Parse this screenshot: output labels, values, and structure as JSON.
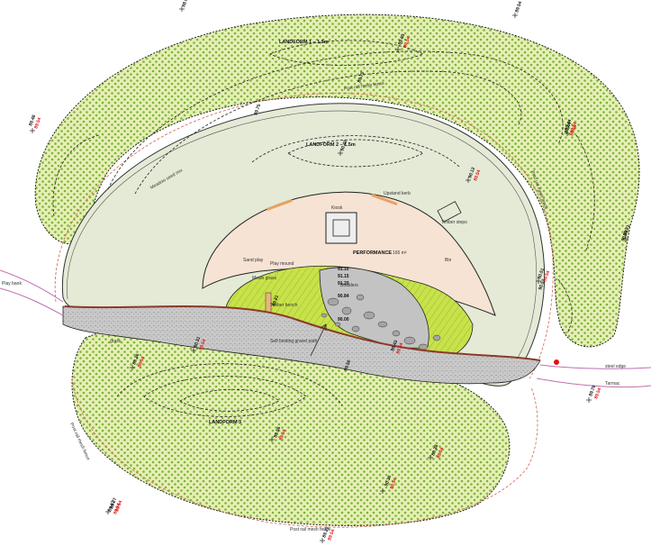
{
  "labels": {
    "landform_north": "LANDFORM 1 – 1.5m",
    "landform_mid": "LANDFORM 2 – 1.5m",
    "landform_south": "LANDFORM 3",
    "fence_north": "Post rail mesh fence",
    "fence_south": "Post rail mesh fence",
    "fence_right": "Post rail mesh fence",
    "fence_left": "Post rail mesh fence",
    "performance": "PERFORMANCE",
    "performance_area": "165 m²",
    "upstand_kerb": "Upstand kerb",
    "play_bank": "Play bank",
    "tarmac": "Tarmac",
    "steel_edge": "steel edge",
    "seeded_mix": "Meadow seed mix",
    "timber_steps": "Timber steps",
    "play_mound": "Play mound",
    "boulders": "Boulders",
    "mown_grass": "Mown grass",
    "gravel_path": "Self binding gravel path",
    "timber_bench": "Timber bench",
    "sand_play": "Sand play",
    "kiosk": "Kiosk",
    "grass_label": "grass",
    "bin": "Bin"
  },
  "levels": [
    {
      "top": "88.99",
      "bottom": ""
    },
    {
      "top": "89.54",
      "bottom": ""
    },
    {
      "top": "89.63",
      "bottom": "89.54"
    },
    {
      "top": "89.48",
      "bottom": "89.54"
    },
    {
      "top": "89.70",
      "bottom": ""
    },
    {
      "top": "89.44",
      "bottom": "89.54"
    },
    {
      "top": "89.75",
      "bottom": ""
    },
    {
      "top": "90.42",
      "bottom": ""
    },
    {
      "top": "89.44",
      "bottom": "89.54"
    },
    {
      "top": "90.21",
      "bottom": ""
    },
    {
      "top": "90.12",
      "bottom": "89.54"
    },
    {
      "top": "90.24",
      "bottom": ""
    },
    {
      "top": "90.51",
      "bottom": ""
    },
    {
      "top": "90.51",
      "bottom": "89.54"
    },
    {
      "top": "91.10",
      "bottom": ""
    },
    {
      "top": "91.15",
      "bottom": ""
    },
    {
      "top": "91.20",
      "bottom": ""
    },
    {
      "top": "90.84",
      "bottom": ""
    },
    {
      "top": "90.00",
      "bottom": ""
    },
    {
      "top": "90.31",
      "bottom": "89.54"
    },
    {
      "top": "89.50",
      "bottom": ""
    },
    {
      "top": "89.36",
      "bottom": "89.54"
    },
    {
      "top": "89.43",
      "bottom": "89.54"
    },
    {
      "top": "89.81",
      "bottom": ""
    },
    {
      "top": "89.56",
      "bottom": "89.54"
    },
    {
      "top": "89.78",
      "bottom": "89.54"
    },
    {
      "top": "89.38",
      "bottom": "89.54"
    },
    {
      "top": "89.27",
      "bottom": "89.54"
    },
    {
      "top": "90.30",
      "bottom": "89.54"
    },
    {
      "top": "89.22",
      "bottom": "89.54"
    },
    {
      "top": "89.67",
      "bottom": "89.54"
    }
  ],
  "colors": {
    "meadow_fill": "#e6efb6",
    "meadow_dot": "#7fb33a",
    "grass_fill": "#e4ead6",
    "performance_fill": "#f6e3d4",
    "path_fill": "#c8c8c8",
    "kerb": "#8b3a2a",
    "lime": "#c7e24a",
    "fence_line": "#d0624a",
    "spot_red": "#e11010",
    "outline": "#222222"
  }
}
